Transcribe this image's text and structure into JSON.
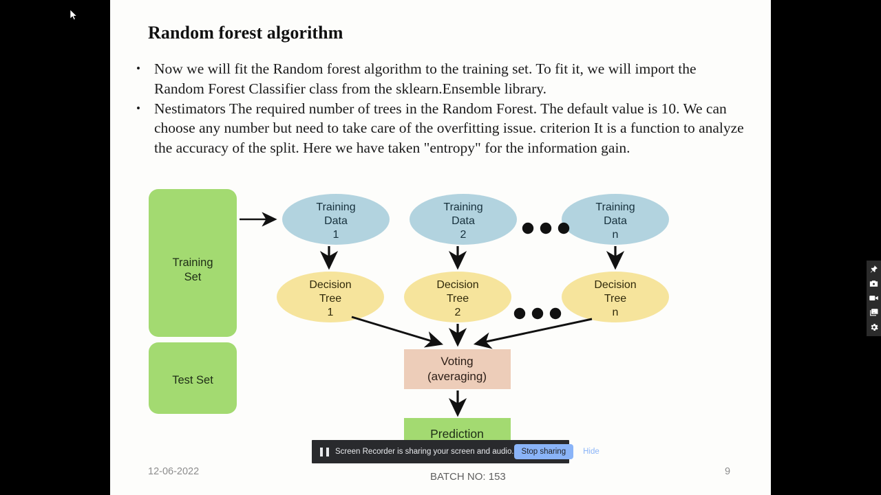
{
  "slide": {
    "title": "Random forest algorithm",
    "bullet_marker": "•",
    "bullets": [
      "Now we will fit the Random forest algorithm to the training set. To fit it, we will import the Random Forest Classifier class from the sklearn.Ensemble library.",
      "Nestimators The required number of trees in the Random Forest. The default value is 10. We can choose any number but need to take care of the overfitting issue. criterion It is a function to analyze the accuracy of the split. Here we have taken \"entropy\" for the information gain."
    ],
    "footer": {
      "date": "12-06-2022",
      "batch": "BATCH NO:   153",
      "page": "9"
    }
  },
  "diagram": {
    "training_set": "Training\nSet",
    "training_set_line1": "Training",
    "training_set_line2": "Set",
    "test_set": "Test Set",
    "training_data": [
      {
        "line1": "Training",
        "line2": "Data",
        "line3": "1"
      },
      {
        "line1": "Training",
        "line2": "Data",
        "line3": "2"
      },
      {
        "line1": "Training",
        "line2": "Data",
        "line3": "n"
      }
    ],
    "decision_trees": [
      {
        "line1": "Decision",
        "line2": "Tree",
        "line3": "1"
      },
      {
        "line1": "Decision",
        "line2": "Tree",
        "line3": "2"
      },
      {
        "line1": "Decision",
        "line2": "Tree",
        "line3": "n"
      }
    ],
    "voting_line1": "Voting",
    "voting_line2": "(averaging)",
    "prediction": "Prediction",
    "ellipsis": "•••",
    "colors": {
      "green": "#a3da71",
      "blue": "#b2d3df",
      "yellow": "#f6e49c",
      "peach": "#edcdb9",
      "arrow": "#111111"
    }
  },
  "recorder_bar": {
    "pause_icon": "pause-icon",
    "message": "Screen Recorder is sharing your screen and audio.",
    "stop_label": "Stop sharing",
    "hide_label": "Hide",
    "button_color": "#8ab4f8",
    "bar_color": "#292a2d"
  },
  "recorder_toolbar": {
    "items": [
      {
        "icon": "pin-icon",
        "label": "Pin"
      },
      {
        "icon": "camera-icon",
        "label": "Screenshot"
      },
      {
        "icon": "video-camera-icon",
        "label": "Record video"
      },
      {
        "icon": "gallery-icon",
        "label": "Gallery"
      },
      {
        "icon": "gear-icon",
        "label": "Settings"
      }
    ]
  },
  "cursor": {
    "icon": "mouse-pointer-icon"
  }
}
